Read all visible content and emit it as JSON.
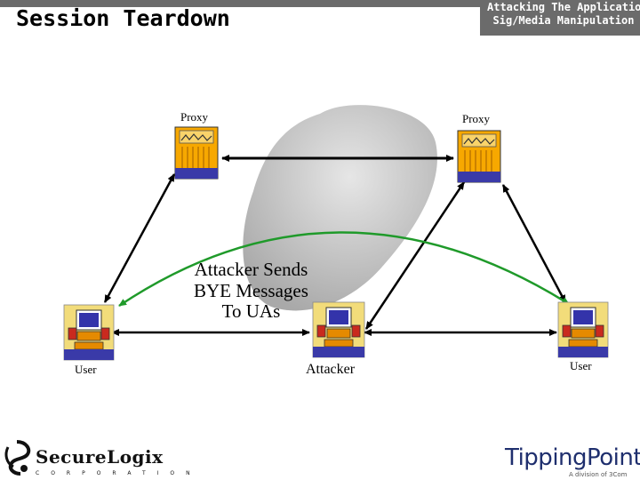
{
  "header": {
    "title": "Session Teardown",
    "tab_line1": "Attacking The Application",
    "tab_line2": "Sig/Media Manipulation"
  },
  "diagram": {
    "proxy_left_label": "Proxy",
    "proxy_right_label": "Proxy",
    "user_left_label": "User",
    "user_right_label": "User",
    "attacker_label": "Attacker",
    "note_line1": "Attacker Sends",
    "note_line2": "BYE Messages",
    "note_line3": "To UAs"
  },
  "footer": {
    "left_logo_main": "SecureLogix",
    "left_logo_sub": "CORPORATION",
    "right_logo_main": "TippingPoint",
    "right_logo_sub": "A division of 3Com"
  },
  "colors": {
    "header_gray": "#6b6b6b",
    "cloud_gray": "#c9c9c9",
    "green_arrow": "#1f9a2a",
    "proxy_orange": "#f7a800",
    "proxy_blue": "#3a3aa8",
    "computer_yellow": "#f2dc7a",
    "computer_screen": "#3333aa",
    "tippingpoint_blue": "#1f2f6e"
  }
}
